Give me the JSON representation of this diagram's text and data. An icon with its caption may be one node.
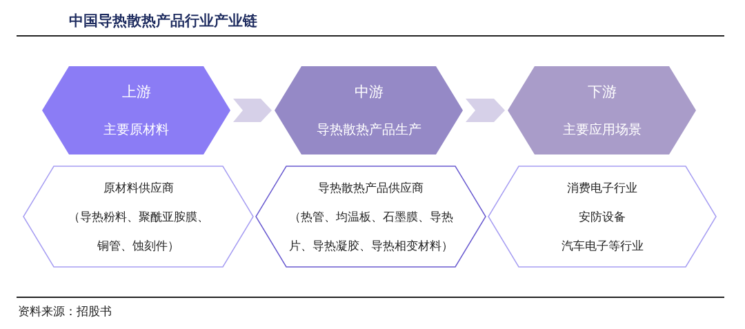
{
  "diagram": {
    "title": "中国导热散热产品行业产业链",
    "caption": "资料来源：招股书",
    "nodes": [
      {
        "text": [
          "上游",
          "主要原材料"
        ]
      },
      {
        "text": [
          "中游",
          "导热散热产品生产"
        ]
      },
      {
        "text": [
          "下游",
          "主要应用场景"
        ]
      },
      {
        "text": [
          "原材料供应商",
          "（导热粉料、聚酰亚胺膜、铜管、蚀刻件）"
        ]
      },
      {
        "text": [
          "导热散热产品供应商",
          "（热管、均温板、石墨膜、导热片、导热凝胶、导热相变材料）"
        ]
      },
      {
        "text": [
          "消费电子行业",
          "安防设备",
          "汽车电子等行业"
        ]
      }
    ],
    "edges": [
      {
        "from": 0,
        "to": 1,
        "arrow": "to"
      },
      {
        "from": 1,
        "to": 2,
        "arrow": "to"
      }
    ]
  }
}
